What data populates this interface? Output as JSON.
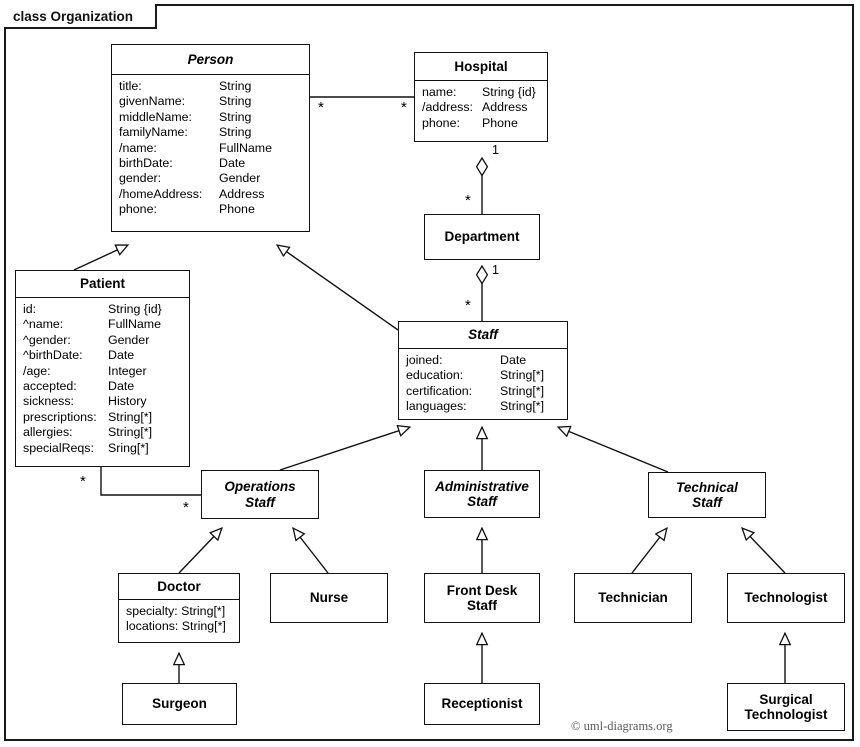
{
  "frame": {
    "label": "class Organization"
  },
  "copyright": "© uml-diagrams.org",
  "classes": {
    "person": {
      "name": "Person",
      "abstract": true,
      "attributes": [
        {
          "name": "title:",
          "type": "String"
        },
        {
          "name": "givenName:",
          "type": "String"
        },
        {
          "name": "middleName:",
          "type": "String"
        },
        {
          "name": "familyName:",
          "type": "String"
        },
        {
          "name": "/name:",
          "type": "FullName"
        },
        {
          "name": "birthDate:",
          "type": "Date"
        },
        {
          "name": "gender:",
          "type": "Gender"
        },
        {
          "name": "/homeAddress:",
          "type": "Address"
        },
        {
          "name": "phone:",
          "type": "Phone"
        }
      ]
    },
    "hospital": {
      "name": "Hospital",
      "abstract": false,
      "attributes": [
        {
          "name": "name:",
          "type": "String {id}"
        },
        {
          "name": "/address:",
          "type": "Address"
        },
        {
          "name": "phone:",
          "type": "Phone"
        }
      ]
    },
    "department": {
      "name": "Department",
      "abstract": false,
      "attributes": []
    },
    "patient": {
      "name": "Patient",
      "abstract": false,
      "attributes": [
        {
          "name": "id:",
          "type": "String {id}"
        },
        {
          "name": "^name:",
          "type": "FullName"
        },
        {
          "name": "^gender:",
          "type": "Gender"
        },
        {
          "name": "^birthDate:",
          "type": "Date"
        },
        {
          "name": "/age:",
          "type": "Integer"
        },
        {
          "name": "accepted:",
          "type": "Date"
        },
        {
          "name": "sickness:",
          "type": "History"
        },
        {
          "name": "prescriptions:",
          "type": "String[*]"
        },
        {
          "name": "allergies:",
          "type": "String[*]"
        },
        {
          "name": "specialReqs:",
          "type": "Sring[*]"
        }
      ]
    },
    "staff": {
      "name": "Staff",
      "abstract": true,
      "attributes": [
        {
          "name": "joined:",
          "type": "Date"
        },
        {
          "name": "education:",
          "type": "String[*]"
        },
        {
          "name": "certification:",
          "type": "String[*]"
        },
        {
          "name": "languages:",
          "type": "String[*]"
        }
      ]
    },
    "operations_staff": {
      "name": "Operations\nStaff",
      "abstract": true,
      "attributes": []
    },
    "administrative_staff": {
      "name": "Administrative\nStaff",
      "abstract": true,
      "attributes": []
    },
    "technical_staff": {
      "name": "Technical\nStaff",
      "abstract": true,
      "attributes": []
    },
    "doctor": {
      "name": "Doctor",
      "abstract": false,
      "attributes": [
        {
          "name": "",
          "type": "specialty: String[*]"
        },
        {
          "name": "",
          "type": "locations: String[*]"
        }
      ]
    },
    "nurse": {
      "name": "Nurse",
      "abstract": false,
      "attributes": []
    },
    "front_desk_staff": {
      "name": "Front Desk\nStaff",
      "abstract": false,
      "attributes": []
    },
    "technician": {
      "name": "Technician",
      "abstract": false,
      "attributes": []
    },
    "technologist": {
      "name": "Technologist",
      "abstract": false,
      "attributes": []
    },
    "surgeon": {
      "name": "Surgeon",
      "abstract": false,
      "attributes": []
    },
    "receptionist": {
      "name": "Receptionist",
      "abstract": false,
      "attributes": []
    },
    "surgical_technologist": {
      "name": "Surgical\nTechnologist",
      "abstract": false,
      "attributes": []
    }
  },
  "multiplicities": {
    "person_hospital_person_end": "*",
    "person_hospital_hospital_end": "*",
    "hospital_department_hospital_end": "1",
    "hospital_department_department_end": "*",
    "department_staff_department_end": "1",
    "department_staff_staff_end": "*",
    "patient_operations_patient_end": "*",
    "patient_operations_staff_end": "*"
  },
  "relationships": [
    {
      "type": "generalization",
      "from": "patient",
      "to": "person"
    },
    {
      "type": "generalization",
      "from": "staff",
      "to": "person"
    },
    {
      "type": "association",
      "from": "person",
      "to": "hospital"
    },
    {
      "type": "aggregation",
      "from": "department",
      "to": "hospital"
    },
    {
      "type": "aggregation",
      "from": "staff",
      "to": "department"
    },
    {
      "type": "association",
      "from": "patient",
      "to": "operations_staff"
    },
    {
      "type": "generalization",
      "from": "operations_staff",
      "to": "staff"
    },
    {
      "type": "generalization",
      "from": "administrative_staff",
      "to": "staff"
    },
    {
      "type": "generalization",
      "from": "technical_staff",
      "to": "staff"
    },
    {
      "type": "generalization",
      "from": "doctor",
      "to": "operations_staff"
    },
    {
      "type": "generalization",
      "from": "nurse",
      "to": "operations_staff"
    },
    {
      "type": "generalization",
      "from": "front_desk_staff",
      "to": "administrative_staff"
    },
    {
      "type": "generalization",
      "from": "technician",
      "to": "technical_staff"
    },
    {
      "type": "generalization",
      "from": "technologist",
      "to": "technical_staff"
    },
    {
      "type": "generalization",
      "from": "surgeon",
      "to": "doctor"
    },
    {
      "type": "generalization",
      "from": "receptionist",
      "to": "front_desk_staff"
    },
    {
      "type": "generalization",
      "from": "surgical_technologist",
      "to": "technologist"
    }
  ],
  "colors": {
    "stroke": "#111111",
    "background": "#ffffff",
    "text": "#000000",
    "copyright": "#5b5b5b"
  }
}
